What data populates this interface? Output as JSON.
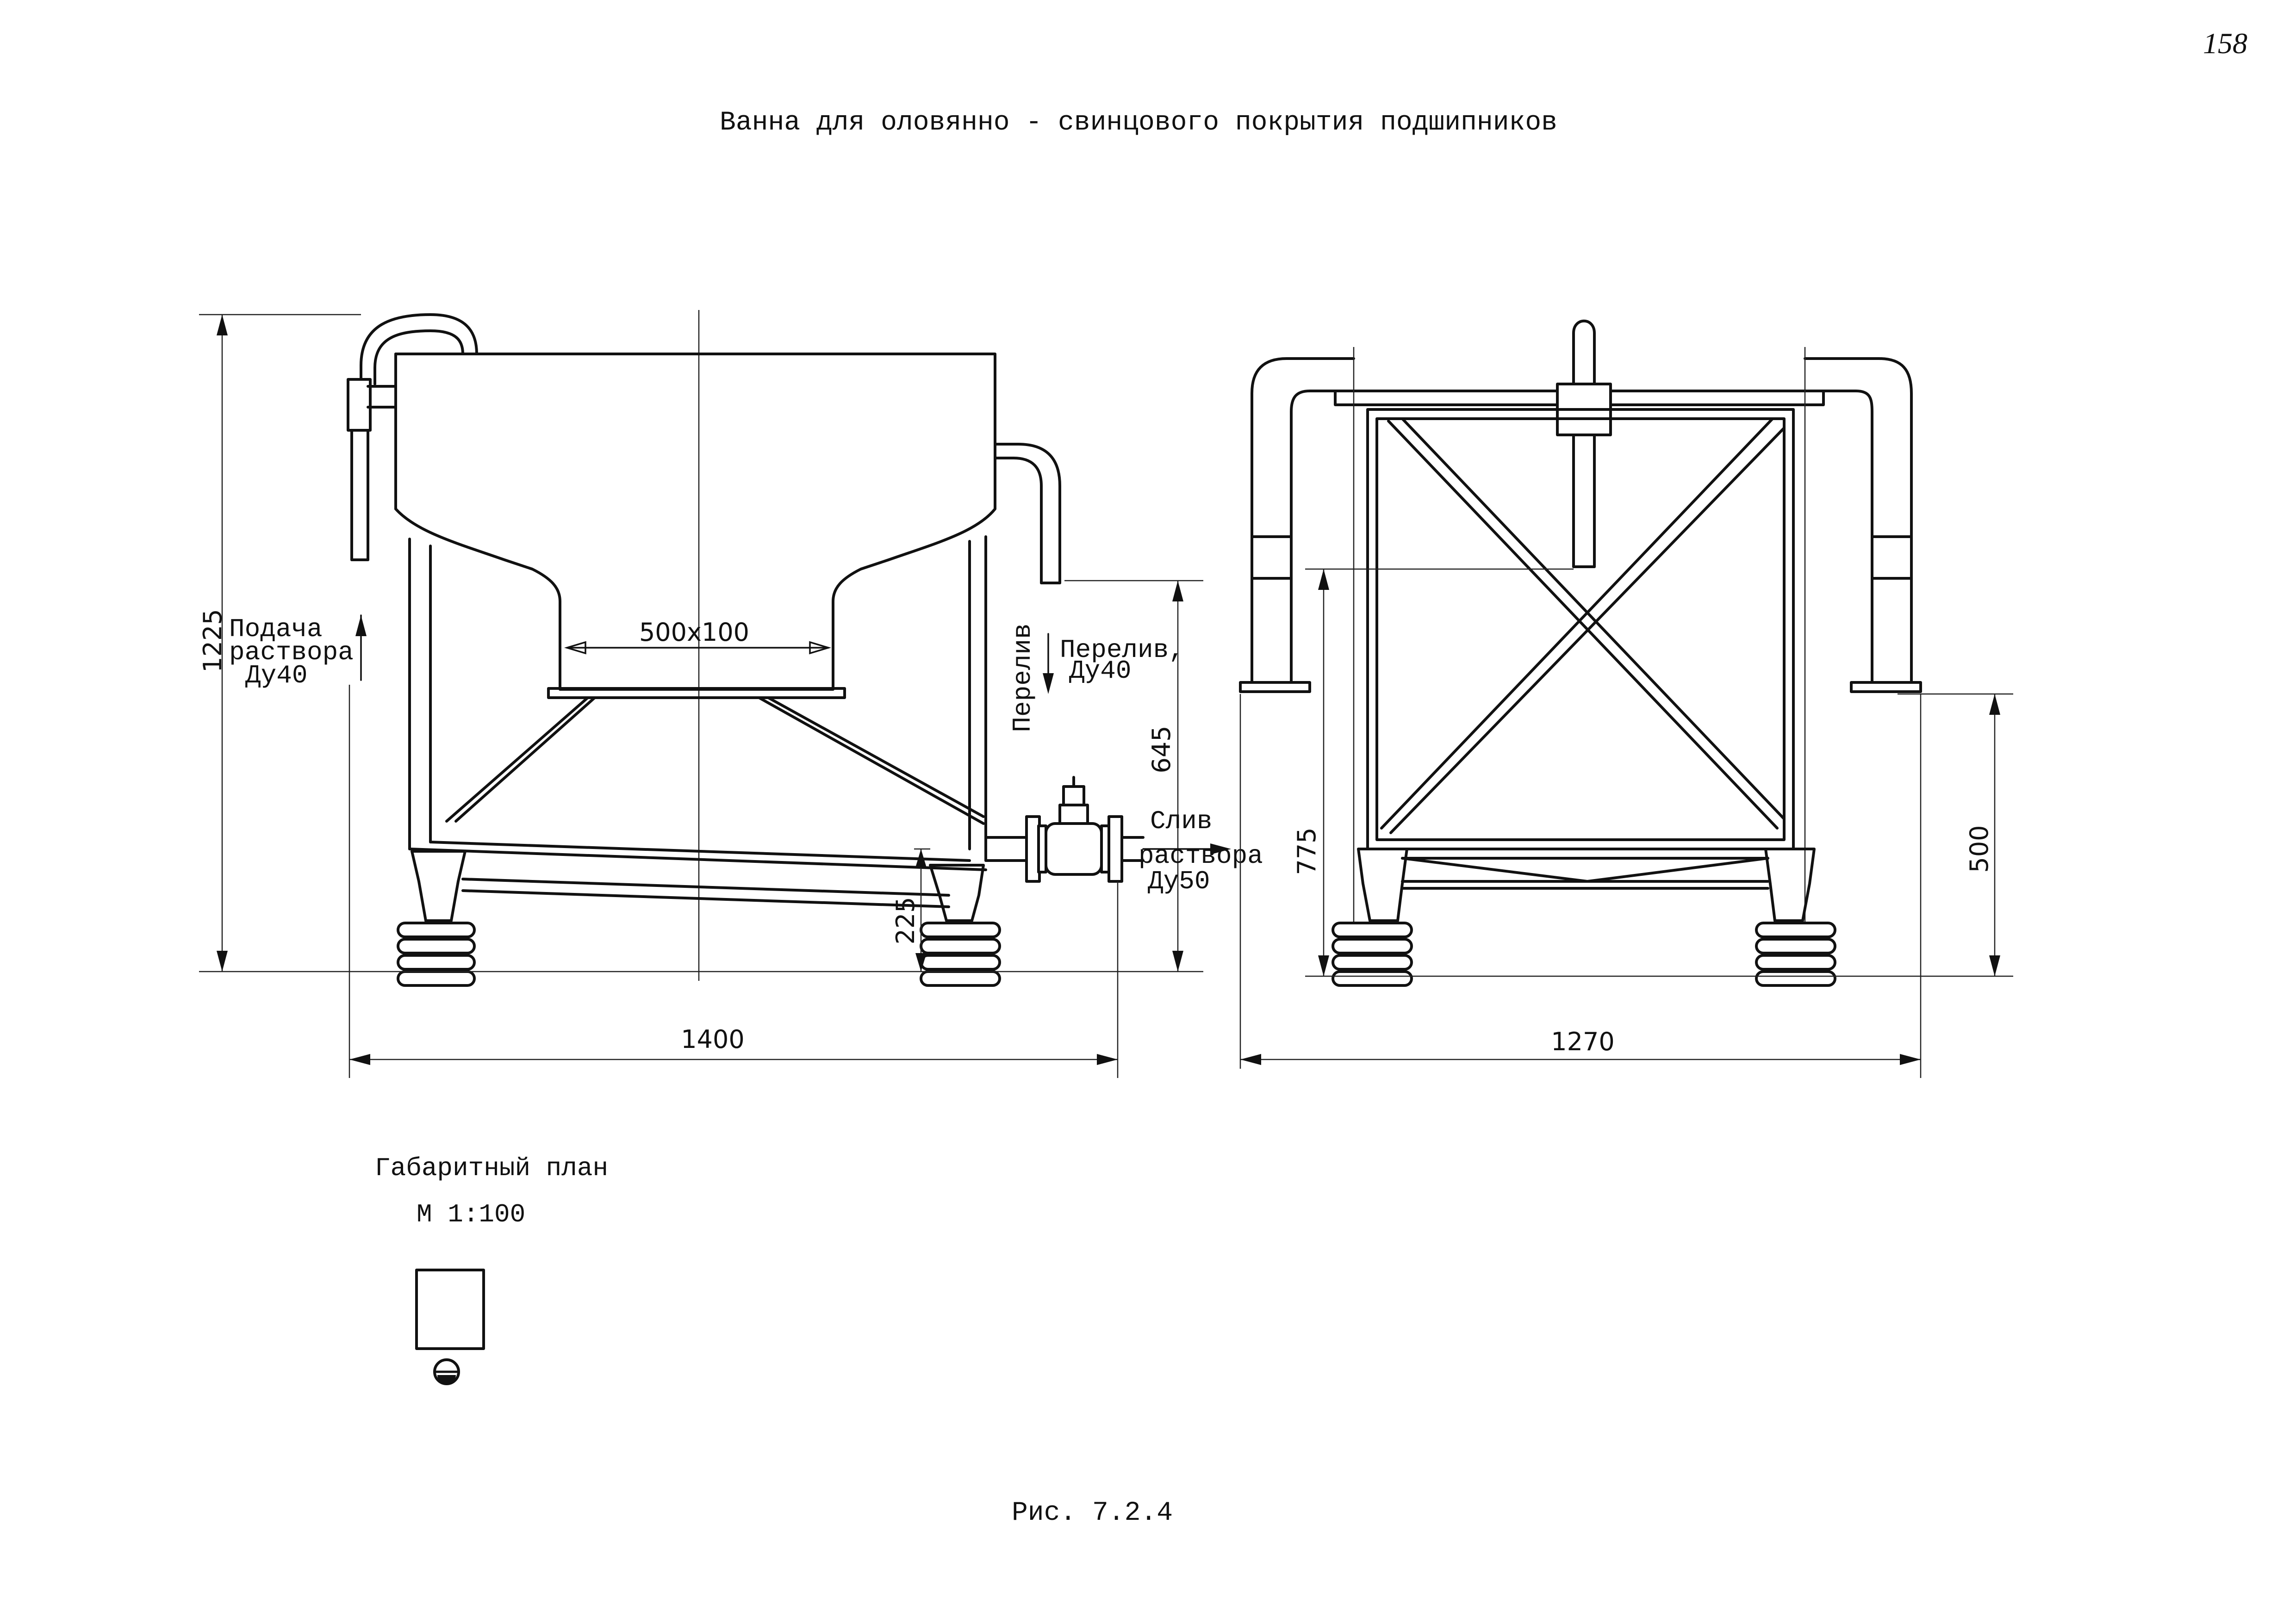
{
  "page_number": "158",
  "title": "Ванна для оловянно - свинцового покрытия подшипников",
  "figure_caption": "Рис. 7.2.4",
  "front_view": {
    "feed_label_line1": "Подача",
    "feed_label_line2": "раствора",
    "feed_label_line3": "Ду40",
    "slot_label": "500x100",
    "overflow_vertical": "Перелив",
    "overflow_label_line1": "Перелив,",
    "overflow_label_line2": "Ду40",
    "drain_label_line1": "Слив",
    "drain_label_line2": "раствора",
    "drain_label_line3": "Ду50",
    "dim_total_height": "1225",
    "dim_overflow_height": "645",
    "dim_drain_height": "225",
    "dim_width": "1400"
  },
  "side_view": {
    "dim_height_frame": "775",
    "dim_height_flange": "500",
    "dim_width": "1270"
  },
  "plan": {
    "title": "Габаритный план",
    "scale": "М 1:100"
  }
}
